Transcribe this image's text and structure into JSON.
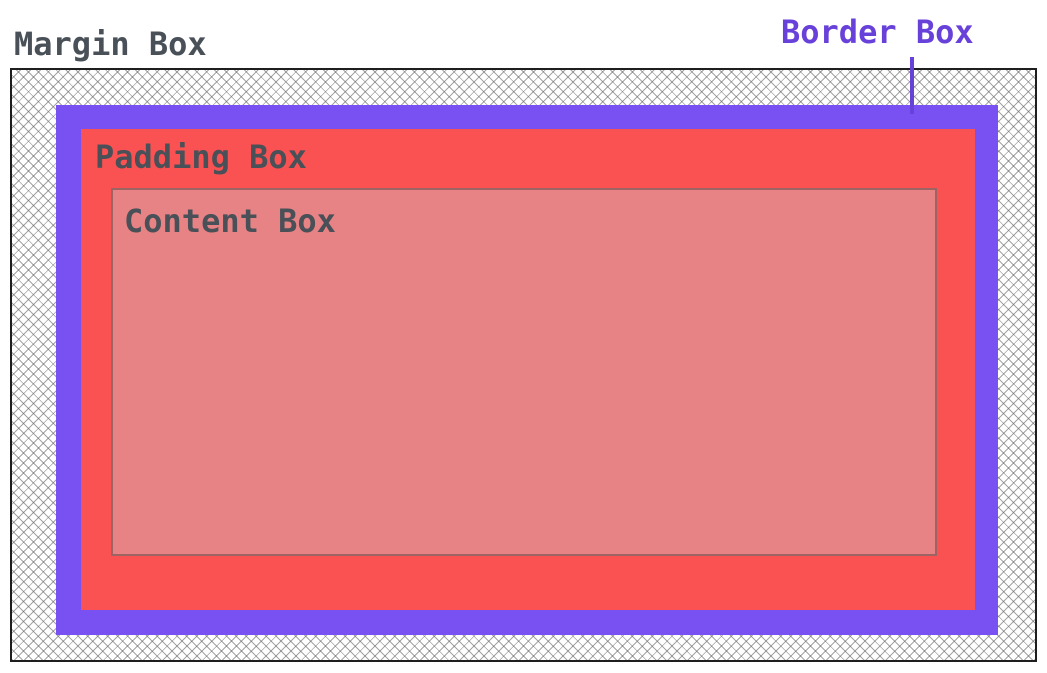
{
  "labels": {
    "margin": "Margin Box",
    "border": "Border Box",
    "padding": "Padding Box",
    "content": "Content Box"
  },
  "colors": {
    "text": "#495057",
    "border_label": "#6741d9",
    "border_box": "#7950f2",
    "padding_box": "#fa5252",
    "content_box": "#e88385",
    "margin_outline": "#1e1e1e",
    "pointer": "#6741d9"
  }
}
